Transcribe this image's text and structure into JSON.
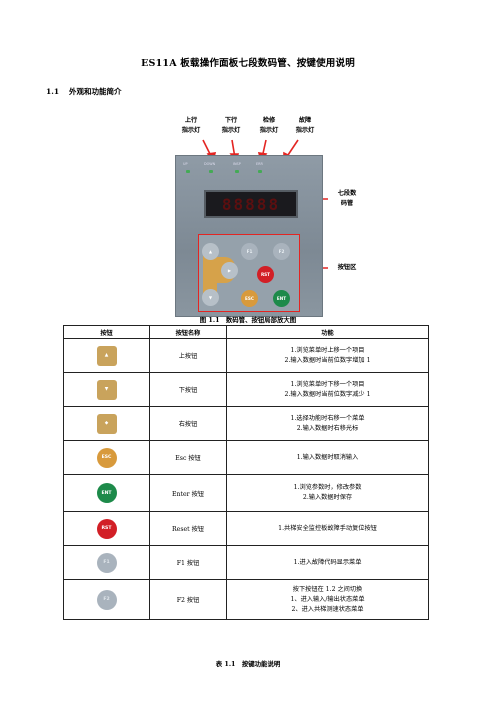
{
  "title": "ES11A 板载操作面板七段数码管、按键使用说明",
  "section": {
    "num": "1.1",
    "text": "外观和功能简介"
  },
  "figure": {
    "labels": [
      {
        "l1": "上行",
        "l2": "指示灯"
      },
      {
        "l1": "下行",
        "l2": "指示灯"
      },
      {
        "l1": "检修",
        "l2": "指示灯"
      },
      {
        "l1": "故障",
        "l2": "指示灯"
      }
    ],
    "led_texts": [
      "UP",
      "DOWN",
      "INSP",
      "ERR"
    ],
    "display_text": "88888",
    "right_labels": {
      "display_l1": "七段数",
      "display_l2": "码管",
      "keys": "按钮区"
    },
    "keys": {
      "f1": "F1",
      "f2": "F2",
      "rst": "RST",
      "esc": "ESC",
      "ent": "ENT"
    },
    "caption": "图 1.1　数码管、按钮局部放大图"
  },
  "table": {
    "headers": [
      "按钮",
      "按钮名称",
      "功能"
    ],
    "rows": [
      {
        "key": "up",
        "name": "上按钮",
        "desc": [
          "1.浏览菜单时上移一个项目",
          "2.输入数据时当前位数字增加 1"
        ]
      },
      {
        "key": "down",
        "name": "下按钮",
        "desc": [
          "1.浏览菜单时下移一个项目",
          "2.输入数据时当前位数字减少 1"
        ]
      },
      {
        "key": "right",
        "name": "右按钮",
        "desc": [
          "1.选择功能时右移一个菜单",
          "2.输入数据时右移光标"
        ]
      },
      {
        "key": "ESC",
        "name": "Esc 按钮",
        "desc": [
          "1.输入数据时取消输入"
        ]
      },
      {
        "key": "ENT",
        "name": "Enter 按钮",
        "desc": [
          "1.浏览参数时，修改参数",
          "2.输入数据时保存"
        ]
      },
      {
        "key": "RST",
        "name": "Reset 按钮",
        "desc": [
          "1.共梯安全监控板故障手动复位按钮"
        ]
      },
      {
        "key": "F1",
        "name": "F1 按钮",
        "desc": [
          "1.进入故障代码显示菜单"
        ]
      },
      {
        "key": "F2",
        "name": "F2 按钮",
        "desc": [
          "按下按钮在 1.2 之间切换",
          "1、进入输入/输出状态菜单",
          "2、进入共梯测速状态菜单"
        ]
      }
    ],
    "caption": "表 1.1　按键功能说明"
  },
  "colors": {
    "arrow": "#e32522",
    "ent": "#1d8a4a",
    "rst": "#d21f26",
    "esc": "#d89a3c",
    "gray_key": "#a9b3bd",
    "arrow_key": "#c9a35c"
  }
}
